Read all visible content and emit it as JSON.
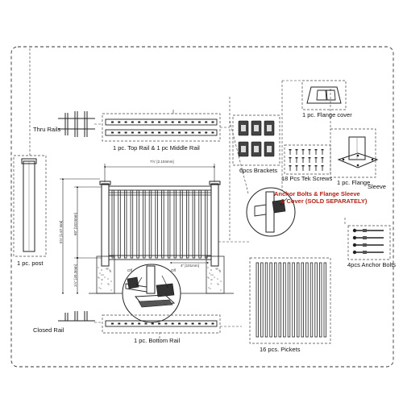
{
  "labels": {
    "thru_rails": "Thru Rails",
    "top_middle_rail": "1 pc. Top Rail & 1 pc Middle Rail",
    "post": "1 pc. post",
    "closed_rail": "Closed Rail",
    "bottom_rail": "1 pc. Bottom Rail",
    "flange_cover": "1 pc. Flange cover",
    "brackets": "6pcs Brackets",
    "tek_screws": "18 Pcs  Tek Screws",
    "flange": "1 pc. Flange",
    "sleeve": "Sleeve",
    "anchor_bolts": "4pcs Anchor Bolts",
    "pickets": "16 pcs.    Pickets"
  },
  "notice": {
    "line1": "Anchor Bolts & Flange Sleeve",
    "line2": "& Cover (SOLD SEPARATELY)"
  },
  "dimensions": {
    "width": "7½' [2.104mm]",
    "height_total": "5½' [1.67 mm]",
    "height_picket": "60\" [1524mm]",
    "bottom_gap": "1½\" [40.3mm]",
    "post_spacing": "4\" [101mm]",
    "off_left": "Off",
    "off_right": "Off"
  },
  "colors": {
    "notice": "#b32217",
    "line": "#1a1a1a"
  }
}
